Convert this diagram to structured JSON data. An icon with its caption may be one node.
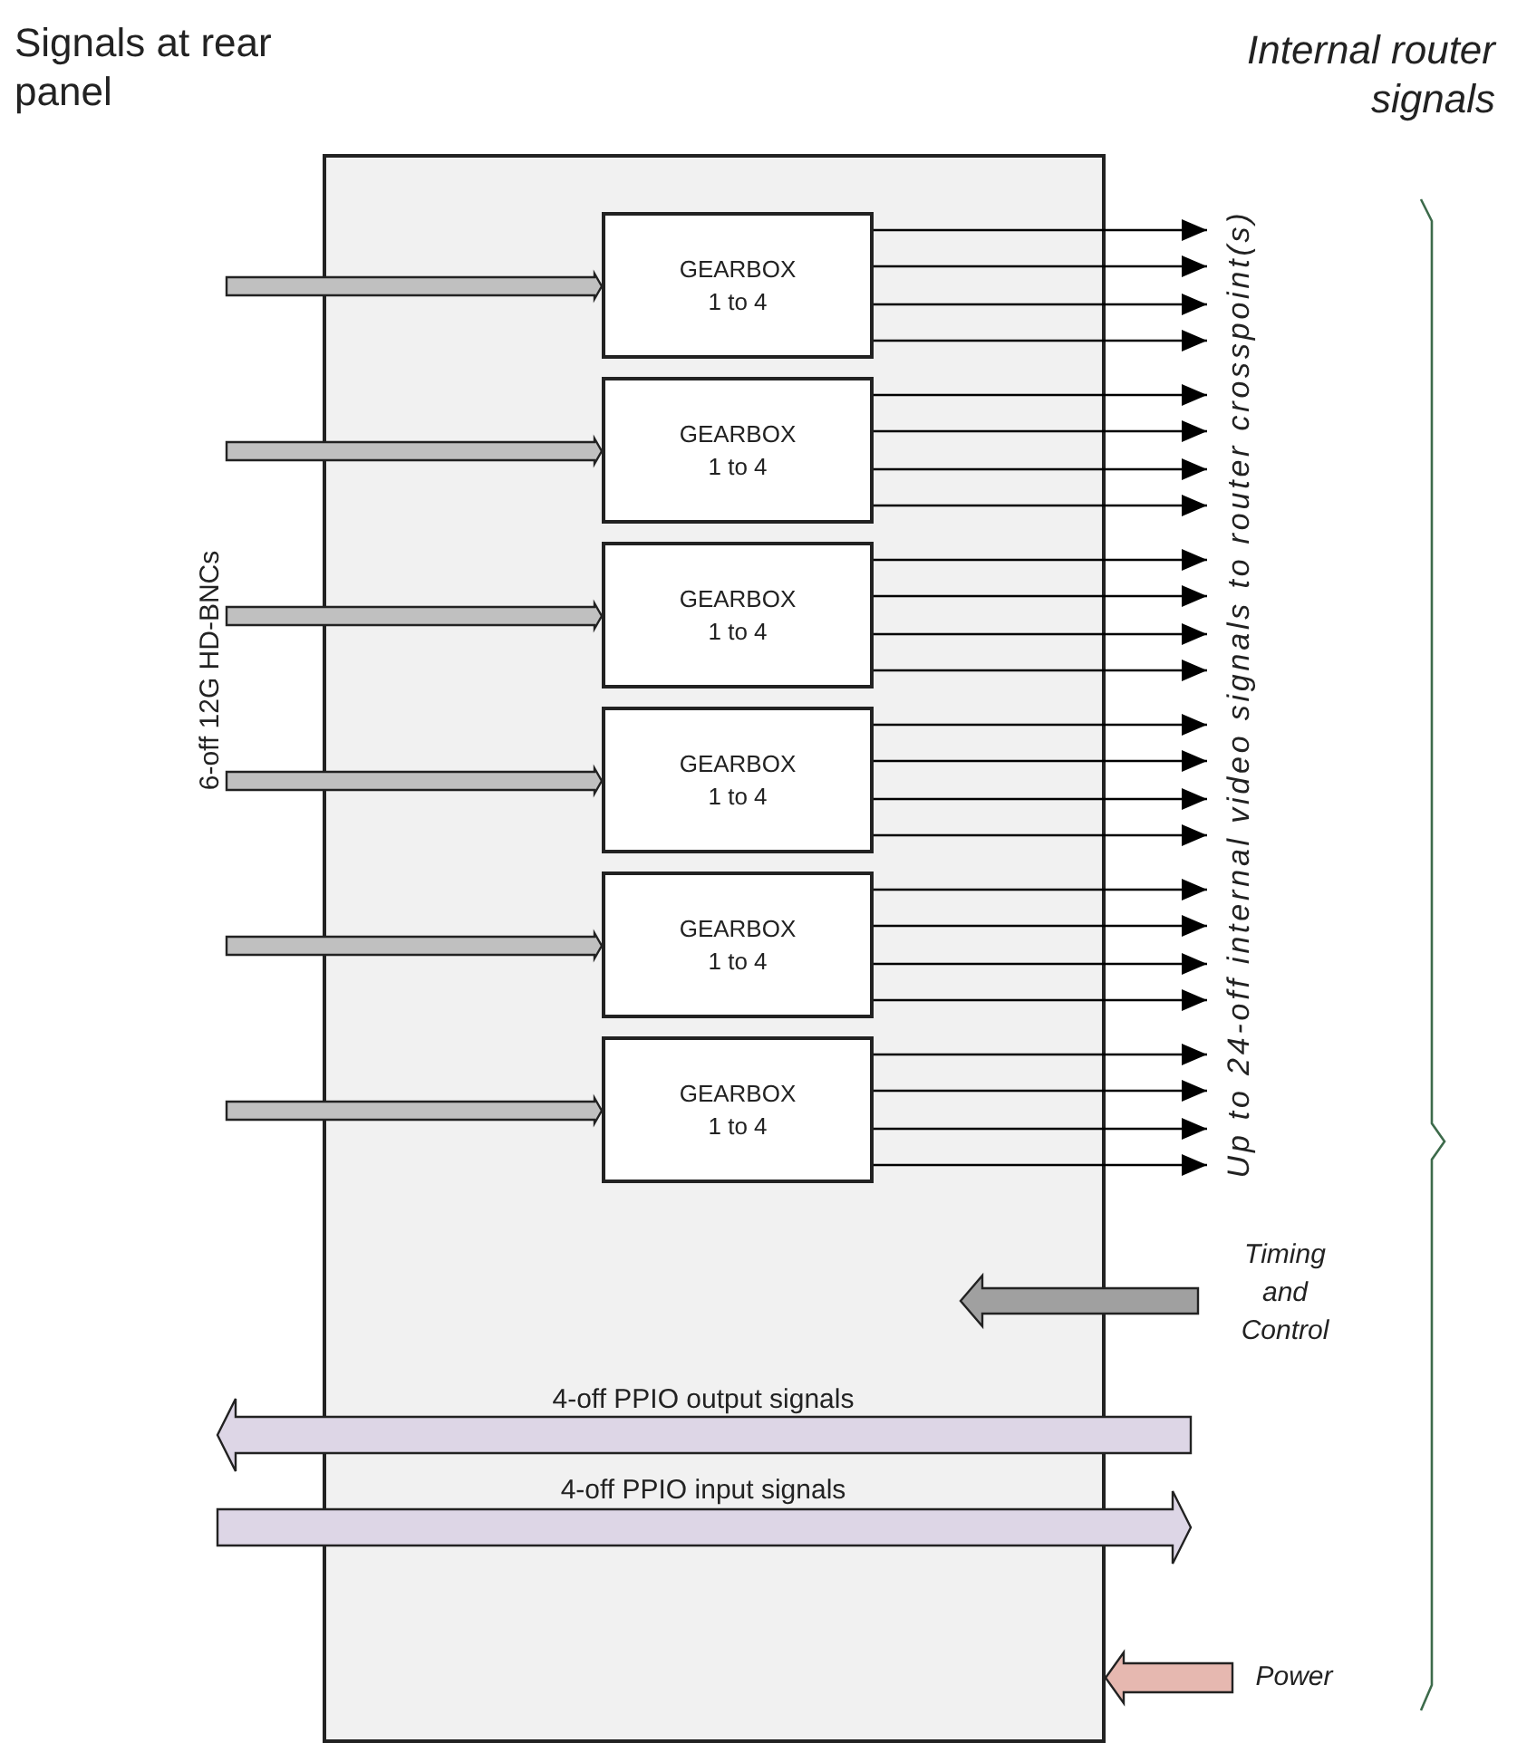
{
  "diagram": {
    "nodes": [
      {
        "text": [],
        "shape": "box"
      },
      {
        "text": [
          "GEARBOX 1 to 4"
        ],
        "in": 0
      },
      {
        "text": [
          "GEARBOX 1 to 4"
        ],
        "in": 0
      },
      {
        "text": [
          "GEARBOX 1 to 4"
        ],
        "in": 0
      },
      {
        "text": [
          "GEARBOX 1 to 4"
        ],
        "in": 0
      },
      {
        "text": [
          "GEARBOX 1 to 4"
        ],
        "in": 0
      },
      {
        "text": [
          "GEARBOX 1 to 4"
        ],
        "in": 0
      },
      {
        "text": [
          "Timing and Control"
        ]
      },
      {
        "text": [
          "Power"
        ]
      },
      {
        "text": [
          "Up to 24-off internal video signals to router crosspoint(s)"
        ]
      }
    ],
    "edges": [
      {
        "from": null,
        "to": 1,
        "arrow": "to",
        "style": "thick",
        "color": "#c0c0c0"
      },
      {
        "from": null,
        "to": 2,
        "arrow": "to",
        "style": "thick",
        "color": "#c0c0c0"
      },
      {
        "from": null,
        "to": 3,
        "arrow": "to",
        "style": "thick",
        "color": "#c0c0c0"
      },
      {
        "from": null,
        "to": 4,
        "arrow": "to",
        "style": "thick",
        "color": "#c0c0c0"
      },
      {
        "from": null,
        "to": 5,
        "arrow": "to",
        "style": "thick",
        "color": "#c0c0c0"
      },
      {
        "from": null,
        "to": 6,
        "arrow": "to",
        "style": "thick",
        "color": "#c0c0c0"
      },
      {
        "from": 1,
        "to": 9,
        "arrow": "to"
      },
      {
        "from": 1,
        "to": 9,
        "arrow": "to"
      },
      {
        "from": 1,
        "to": 9,
        "arrow": "to"
      },
      {
        "from": 1,
        "to": 9,
        "arrow": "to"
      },
      {
        "from": 2,
        "to": 9,
        "arrow": "to"
      },
      {
        "from": 2,
        "to": 9,
        "arrow": "to"
      },
      {
        "from": 2,
        "to": 9,
        "arrow": "to"
      },
      {
        "from": 2,
        "to": 9,
        "arrow": "to"
      },
      {
        "from": 3,
        "to": 9,
        "arrow": "to"
      },
      {
        "from": 3,
        "to": 9,
        "arrow": "to"
      },
      {
        "from": 3,
        "to": 9,
        "arrow": "to"
      },
      {
        "from": 3,
        "to": 9,
        "arrow": "to"
      },
      {
        "from": 4,
        "to": 9,
        "arrow": "to"
      },
      {
        "from": 4,
        "to": 9,
        "arrow": "to"
      },
      {
        "from": 4,
        "to": 9,
        "arrow": "to"
      },
      {
        "from": 4,
        "to": 9,
        "arrow": "to"
      },
      {
        "from": 5,
        "to": 9,
        "arrow": "to"
      },
      {
        "from": 5,
        "to": 9,
        "arrow": "to"
      },
      {
        "from": 5,
        "to": 9,
        "arrow": "to"
      },
      {
        "from": 5,
        "to": 9,
        "arrow": "to"
      },
      {
        "from": 6,
        "to": 9,
        "arrow": "to"
      },
      {
        "from": 6,
        "to": 9,
        "arrow": "to"
      },
      {
        "from": 6,
        "to": 9,
        "arrow": "to"
      },
      {
        "from": 6,
        "to": 9,
        "arrow": "to"
      },
      {
        "from": 7,
        "to": 0,
        "arrow": "to",
        "style": "thick",
        "color": "#a0a0a0"
      },
      {
        "from": null,
        "to": 0,
        "arrow": "to",
        "label": "4-off PPIO output signals",
        "style": "thick",
        "color": "#ddd6e6"
      },
      {
        "from": null,
        "to": 0,
        "arrow": "to",
        "label": "4-off PPIO input signals",
        "style": "thick",
        "color": "#ddd6e6"
      },
      {
        "from": 8,
        "to": 0,
        "arrow": "to",
        "style": "thick",
        "color": "#e6b8b0"
      }
    ],
    "labels": [
      "Signals at rear panel",
      "Internal router signals",
      "6-off 12G HD-BNCs"
    ]
  }
}
